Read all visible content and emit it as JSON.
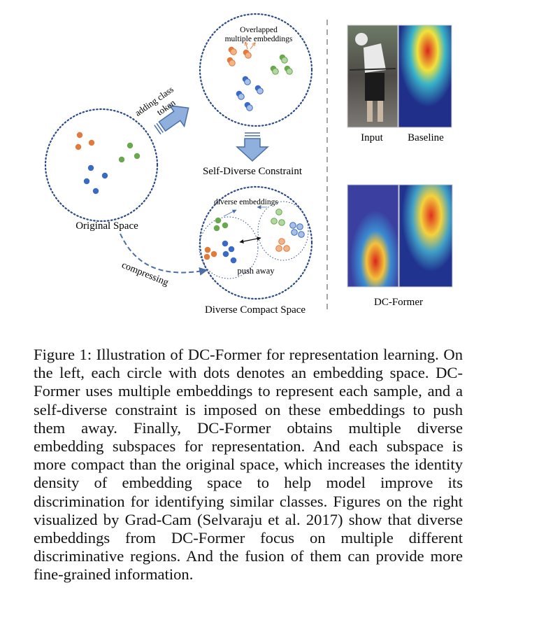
{
  "figure": {
    "labels": {
      "original_space": "Original Space",
      "adding_class": "adding class",
      "token": "token",
      "overlapped_line1": "Overlapped",
      "overlapped_line2": "multiple embeddings",
      "self_diverse": "Self-Diverse Constraint",
      "diverse_embeddings": "diverse embeddings",
      "push_away": "push away",
      "compressing": "compressing",
      "diverse_compact": "Diverse Compact Space",
      "input": "Input",
      "baseline": "Baseline",
      "dc_former": "DC-Former"
    },
    "colors": {
      "circle": "#2b4a8a",
      "orange": "#e27a3c",
      "green": "#6aa84f",
      "blue": "#3a6bc4",
      "arrow_fill": "#8fb0dc",
      "arrow_stroke": "#4a6fa8",
      "divider": "#888888"
    }
  },
  "caption": {
    "text": "Figure 1: Illustration of DC-Former for representation learning. On the left, each circle with dots denotes an embedding space. DC-Former uses multiple embeddings to represent each sample, and a self-diverse constraint is imposed on these embeddings to push them away. Finally, DC-Former obtains multiple diverse embedding subspaces for representation. And each subspace is more compact than the original space, which increases the identity density of embedding space to help model improve its discrimination for identifying similar classes. Figures on the right visualized by Grad-Cam (Selvaraju et al. 2017) show that diverse embeddings from DC-Former focus on multiple different discriminative regions. And the fusion of them can provide more fine-grained information."
  }
}
